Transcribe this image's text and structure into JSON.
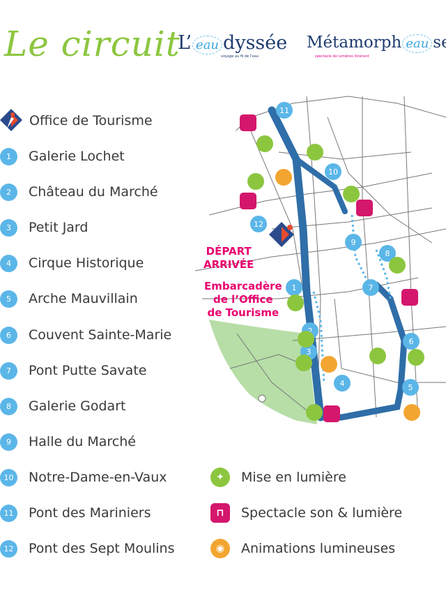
{
  "header": {
    "title": "Le circuit",
    "logo_odyssee": {
      "prefix": "L’",
      "eau": "eau",
      "suffix": "dyssée",
      "tagline": "voyage au fil de l’eau"
    },
    "logo_metamorpheauses": {
      "prefix": "Métamorph",
      "eau": "eau",
      "suffix": "ses",
      "tagline": "spectacle de lumières itinérant"
    }
  },
  "office": {
    "label": "Office de Tourisme"
  },
  "stops": [
    {
      "num": "1",
      "label": "Galerie Lochet"
    },
    {
      "num": "2",
      "label": "Château du Marché"
    },
    {
      "num": "3",
      "label": "Petit Jard"
    },
    {
      "num": "4",
      "label": "Cirque Historique"
    },
    {
      "num": "5",
      "label": "Arche Mauvillain"
    },
    {
      "num": "6",
      "label": "Couvent Sainte-Marie"
    },
    {
      "num": "7",
      "label": "Pont Putte Savate"
    },
    {
      "num": "8",
      "label": "Galerie Godart"
    },
    {
      "num": "9",
      "label": "Halle du Marché"
    },
    {
      "num": "10",
      "label": "Notre-Dame-en-Vaux"
    },
    {
      "num": "11",
      "label": "Pont des Mariniers"
    },
    {
      "num": "12",
      "label": "Pont des Sept Moulins"
    }
  ],
  "categories": [
    {
      "icon": "lightbulb-icon",
      "label": "Mise en lumière",
      "color": "#8cc63f"
    },
    {
      "icon": "stage-icon",
      "label": "Spectacle son & lumière",
      "color": "#d4176c"
    },
    {
      "icon": "eye-icon",
      "label": "Animations lumineuses",
      "color": "#f3a531"
    }
  ],
  "map": {
    "depart_line1": "DÉPART",
    "depart_line2": "ARRIVÉE",
    "embark_line1": "Embarcadère",
    "embark_line2": "de l’Office",
    "embark_line3": "de Tourisme"
  },
  "colors": {
    "accent_green": "#8cc63f",
    "accent_blue": "#5bb6e8",
    "accent_pink": "#e8006f",
    "route_blue": "#2f6ea8"
  }
}
